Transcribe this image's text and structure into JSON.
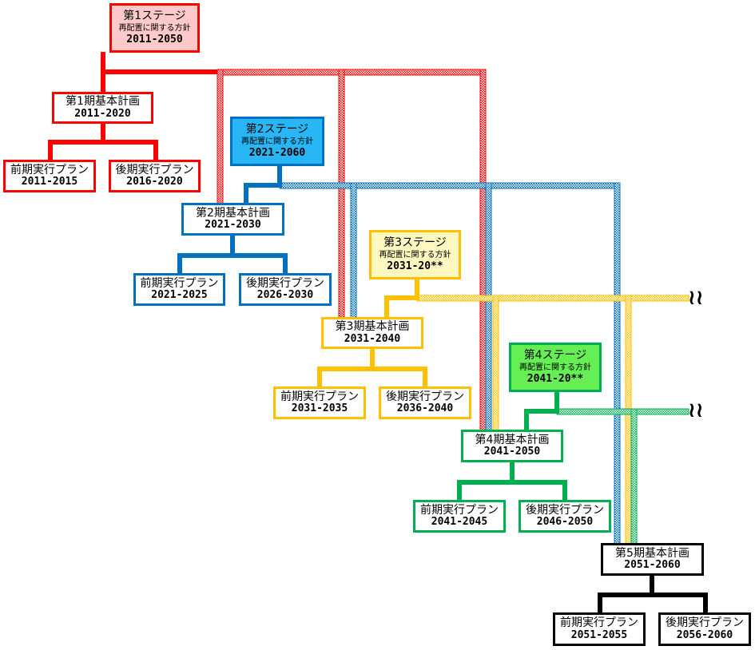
{
  "colors": {
    "red": "#ff0000",
    "red_fill": "#ffc9c9",
    "blue": "#0070c0",
    "blue_fill": "#29b6f6",
    "yellow": "#ffc000",
    "yellow_fill": "#fff7c0",
    "green": "#00b050",
    "green_fill": "#66ee55",
    "black": "#000000"
  },
  "stages": [
    {
      "title": "第1ステージ",
      "subtitle": "再配置に関する方針",
      "years": "2011-2050"
    },
    {
      "title": "第2ステージ",
      "subtitle": "再配置に関する方針",
      "years": "2021-2060"
    },
    {
      "title": "第3ステージ",
      "subtitle": "再配置に関する方針",
      "years": "2031-20**"
    },
    {
      "title": "第4ステージ",
      "subtitle": "再配置に関する方針",
      "years": "2041-20**"
    }
  ],
  "basic_plans": [
    {
      "title": "第1期基本計画",
      "years": "2011-2020"
    },
    {
      "title": "第2期基本計画",
      "years": "2021-2030"
    },
    {
      "title": "第3期基本計画",
      "years": "2031-2040"
    },
    {
      "title": "第4期基本計画",
      "years": "2041-2050"
    },
    {
      "title": "第5期基本計画",
      "years": "2051-2060"
    }
  ],
  "exec_plans": [
    {
      "title": "前期実行プラン",
      "years": "2011-2015"
    },
    {
      "title": "後期実行プラン",
      "years": "2016-2020"
    },
    {
      "title": "前期実行プラン",
      "years": "2021-2025"
    },
    {
      "title": "後期実行プラン",
      "years": "2026-2030"
    },
    {
      "title": "前期実行プラン",
      "years": "2031-2035"
    },
    {
      "title": "後期実行プラン",
      "years": "2036-2040"
    },
    {
      "title": "前期実行プラン",
      "years": "2041-2045"
    },
    {
      "title": "後期実行プラン",
      "years": "2046-2050"
    },
    {
      "title": "前期実行プラン",
      "years": "2051-2055"
    },
    {
      "title": "後期実行プラン",
      "years": "2056-2060"
    }
  ],
  "continuation_mark": "≀≀"
}
